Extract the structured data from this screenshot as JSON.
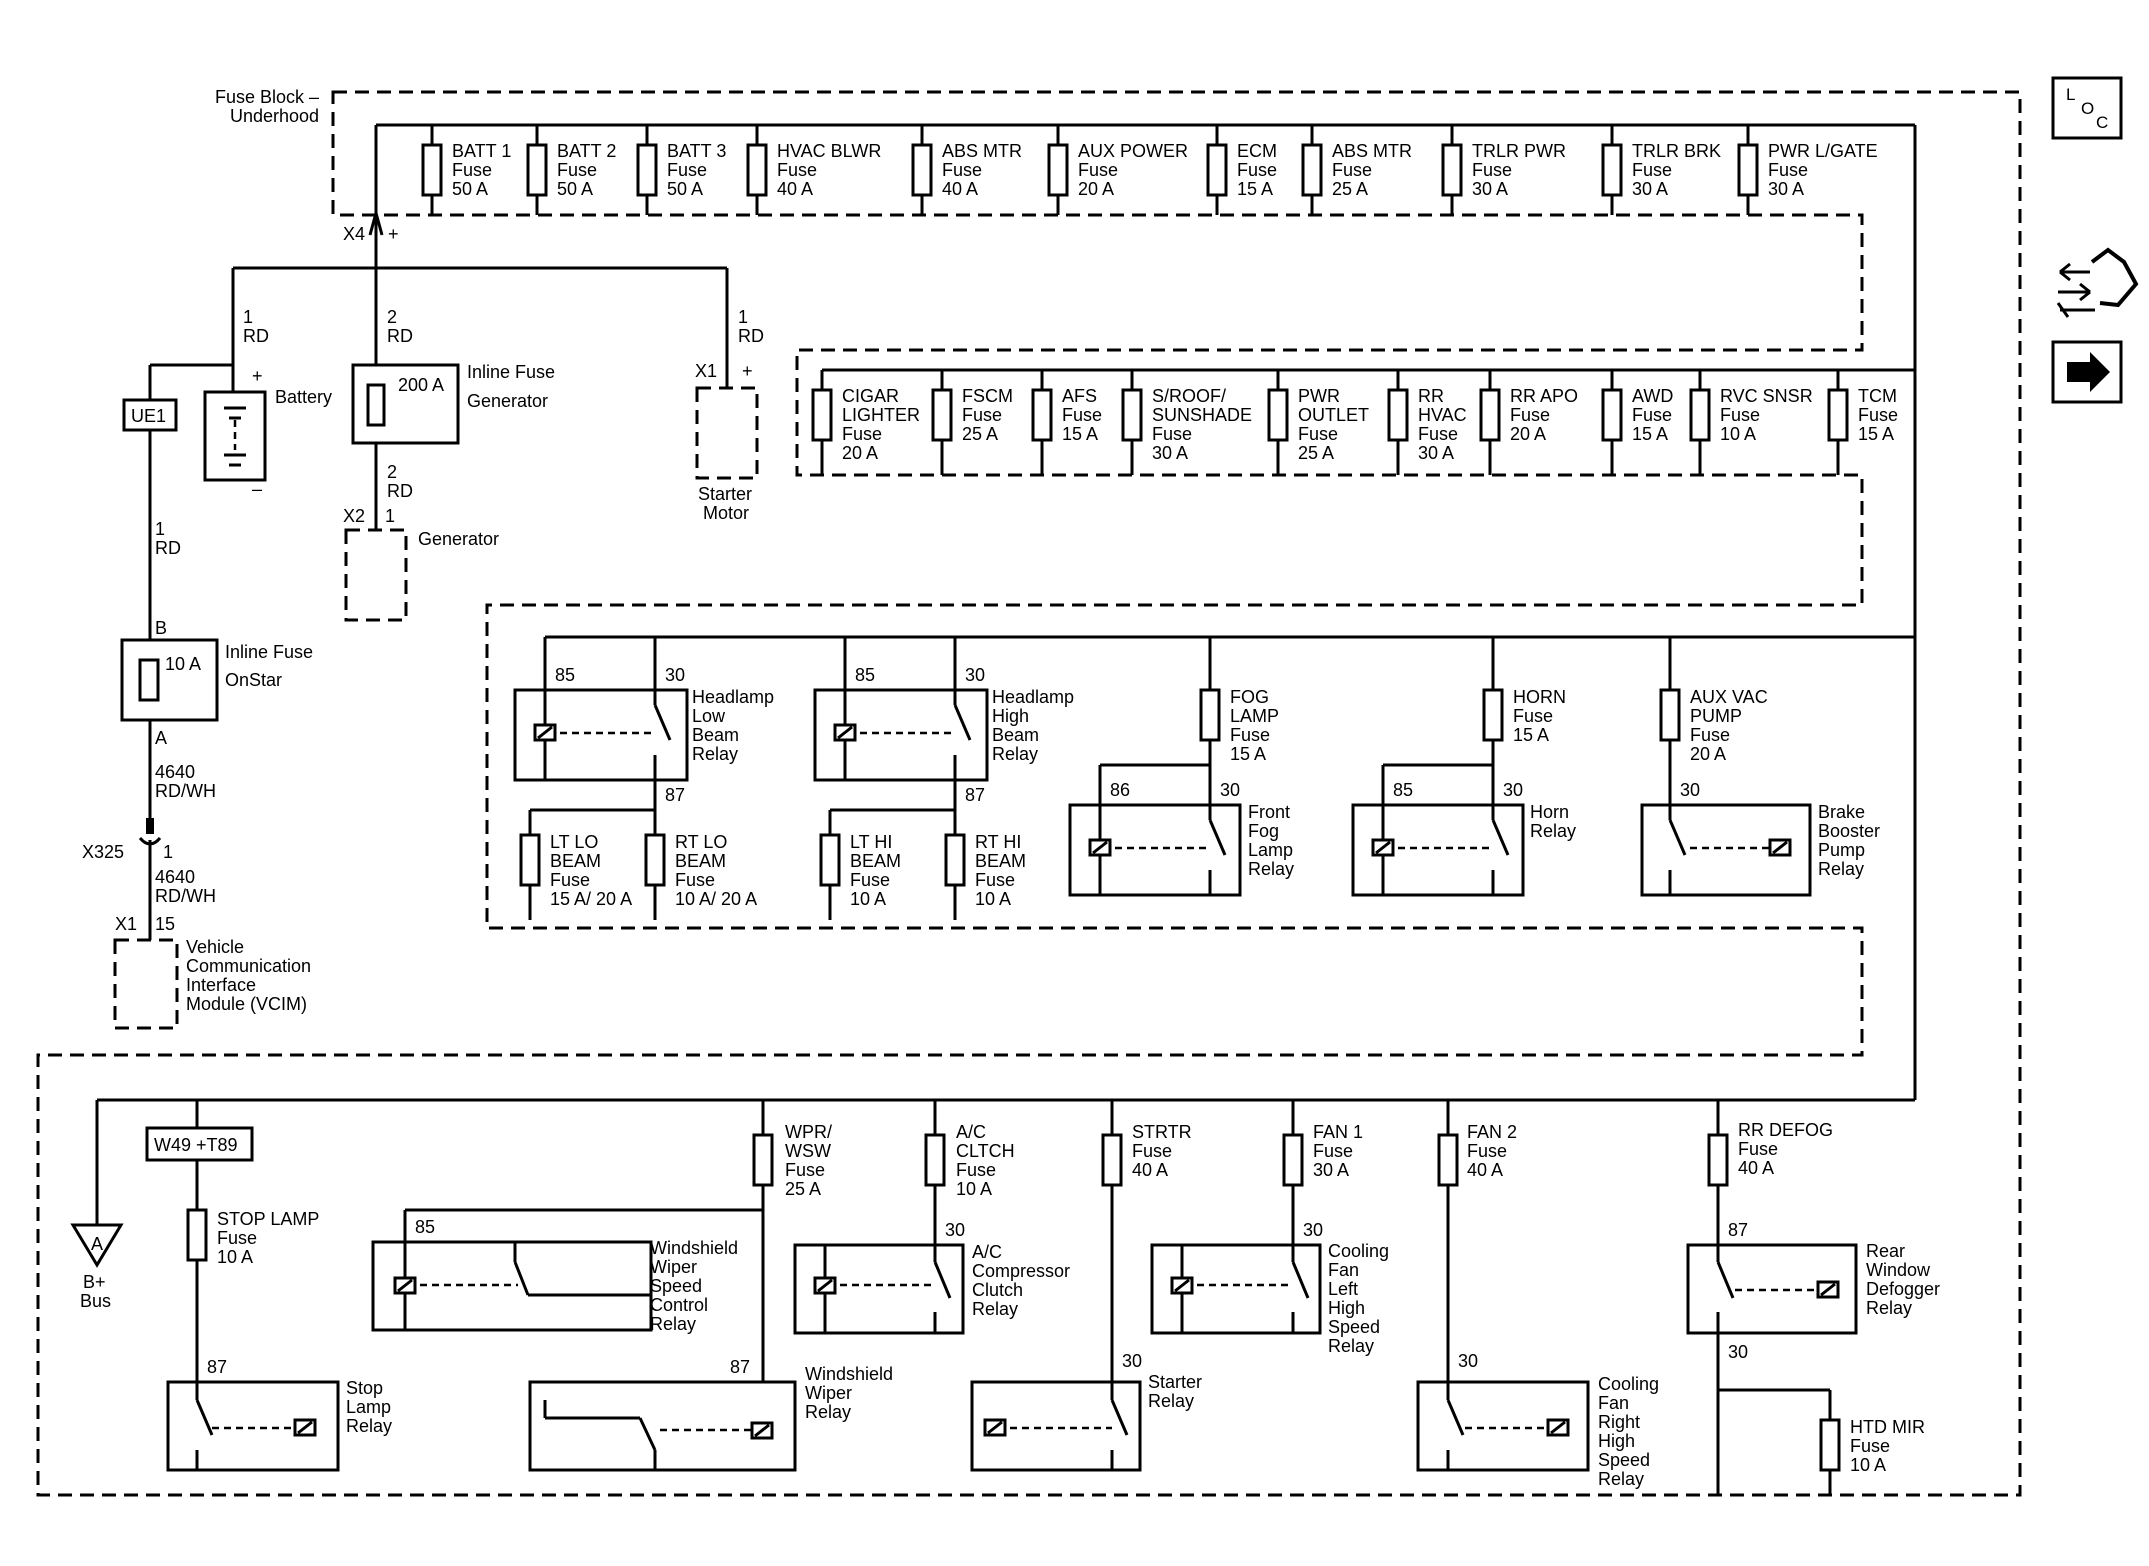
{
  "fuse_block": {
    "title_l1": "Fuse Block –",
    "title_l2": "Underhood"
  },
  "top_fuses": [
    {
      "l1": "BATT 1",
      "l2": "Fuse",
      "l3": "50 A"
    },
    {
      "l1": "BATT 2",
      "l2": "Fuse",
      "l3": "50 A"
    },
    {
      "l1": "BATT 3",
      "l2": "Fuse",
      "l3": "50 A"
    },
    {
      "l1": "HVAC BLWR",
      "l2": "Fuse",
      "l3": "40 A"
    },
    {
      "l1": "ABS MTR",
      "l2": "Fuse",
      "l3": "40 A"
    },
    {
      "l1": "AUX POWER",
      "l2": "Fuse",
      "l3": "20 A"
    },
    {
      "l1": "ECM",
      "l2": "Fuse",
      "l3": "15 A"
    },
    {
      "l1": "ABS MTR",
      "l2": "Fuse",
      "l3": "25 A"
    },
    {
      "l1": "TRLR PWR",
      "l2": "Fuse",
      "l3": "30 A"
    },
    {
      "l1": "TRLR BRK",
      "l2": "Fuse",
      "l3": "30 A"
    },
    {
      "l1": "PWR L/GATE",
      "l2": "Fuse",
      "l3": "30 A"
    }
  ],
  "mid_fuses": [
    {
      "l1": "CIGAR",
      "l2": "LIGHTER",
      "l3": "Fuse",
      "l4": "20 A"
    },
    {
      "l1": "FSCM",
      "l2": "Fuse",
      "l3": "25 A",
      "l4": ""
    },
    {
      "l1": "AFS",
      "l2": "Fuse",
      "l3": "15 A",
      "l4": ""
    },
    {
      "l1": "S/ROOF/",
      "l2": "SUNSHADE",
      "l3": "Fuse",
      "l4": "30 A"
    },
    {
      "l1": "PWR",
      "l2": "OUTLET",
      "l3": "Fuse",
      "l4": "25 A"
    },
    {
      "l1": "RR",
      "l2": "HVAC",
      "l3": "Fuse",
      "l4": "30 A"
    },
    {
      "l1": "RR APO",
      "l2": "Fuse",
      "l3": "20 A",
      "l4": ""
    },
    {
      "l1": "AWD",
      "l2": "Fuse",
      "l3": "15 A",
      "l4": ""
    },
    {
      "l1": "RVC SNSR",
      "l2": "Fuse",
      "l3": "10 A",
      "l4": ""
    },
    {
      "l1": "TCM",
      "l2": "Fuse",
      "l3": "15 A",
      "l4": ""
    }
  ],
  "left": {
    "x4": "X4",
    "plus": "+",
    "w1_num": "1",
    "w1_col": "RD",
    "w2_num": "2",
    "w2_col": "RD",
    "w3_num": "1",
    "w3_col": "RD",
    "battery": "Battery",
    "batt_plus": "+",
    "batt_minus": "–",
    "ue1": "UE1",
    "inline_gen_l1": "Inline Fuse",
    "inline_gen_l2": "Generator",
    "inline_gen_amp": "200 A",
    "w4_num": "2",
    "w4_col": "RD",
    "x2": "X2",
    "x2_pin": "1",
    "generator": "Generator",
    "x1_start": "X1",
    "x1_plus": "+",
    "starter_l1": "Starter",
    "starter_l2": "Motor",
    "w5_num": "1",
    "w5_col": "RD",
    "pin_b": "B",
    "onstar_l1": "Inline Fuse",
    "onstar_l2": "OnStar",
    "onstar_amp": "10 A",
    "pin_a": "A",
    "w6_num": "4640",
    "w6_col": "RD/WH",
    "x325": "X325",
    "x325_pin": "1",
    "w7_num": "4640",
    "w7_col": "RD/WH",
    "x1_vcim": "X1",
    "x1_vcim_pin": "15",
    "vcim_l1": "Vehicle",
    "vcim_l2": "Communication",
    "vcim_l3": "Interface",
    "vcim_l4": "Module (VCIM)"
  },
  "relay_row": {
    "hl_low": {
      "p85": "85",
      "p30": "30",
      "p87": "87",
      "l1": "Headlamp",
      "l2": "Low",
      "l3": "Beam",
      "l4": "Relay"
    },
    "hl_high": {
      "p85": "85",
      "p30": "30",
      "p87": "87",
      "l1": "Headlamp",
      "l2": "High",
      "l3": "Beam",
      "l4": "Relay"
    },
    "lt_lo": {
      "l1": "LT LO",
      "l2": "BEAM",
      "l3": "Fuse",
      "l4": "15 A/ 20 A"
    },
    "rt_lo": {
      "l1": "RT LO",
      "l2": "BEAM",
      "l3": "Fuse",
      "l4": "10 A/ 20 A"
    },
    "lt_hi": {
      "l1": "LT HI",
      "l2": "BEAM",
      "l3": "Fuse",
      "l4": "10 A"
    },
    "rt_hi": {
      "l1": "RT HI",
      "l2": "BEAM",
      "l3": "Fuse",
      "l4": "10 A"
    },
    "fog_fuse": {
      "l1": "FOG",
      "l2": "LAMP",
      "l3": "Fuse",
      "l4": "15 A"
    },
    "fog_relay": {
      "p86": "86",
      "p30": "30",
      "l1": "Front",
      "l2": "Fog",
      "l3": "Lamp",
      "l4": "Relay"
    },
    "horn_fuse": {
      "l1": "HORN",
      "l2": "Fuse",
      "l3": "15 A"
    },
    "horn_relay": {
      "p85": "85",
      "p30": "30",
      "l1": "Horn",
      "l2": "Relay"
    },
    "aux_fuse": {
      "l1": "AUX VAC",
      "l2": "PUMP",
      "l3": "Fuse",
      "l4": "20 A"
    },
    "brake_relay": {
      "p30": "30",
      "l1": "Brake",
      "l2": "Booster",
      "l3": "Pump",
      "l4": "Relay"
    }
  },
  "bottom": {
    "bplus_a": "A",
    "bplus_l1": "B+",
    "bplus_l2": "Bus",
    "w49": "W49 +T89",
    "stop_fuse": {
      "l1": "STOP LAMP",
      "l2": "Fuse",
      "l3": "10 A"
    },
    "stop_relay": {
      "p87": "87",
      "l1": "Stop",
      "l2": "Lamp",
      "l3": "Relay"
    },
    "wsw_ctrl_relay": {
      "p85": "85",
      "l1": "Windshield",
      "l2": "Wiper",
      "l3": "Speed",
      "l4": "Control",
      "l5": "Relay"
    },
    "wpr_fuse": {
      "l1": "WPR/",
      "l2": "WSW",
      "l3": "Fuse",
      "l4": "25 A"
    },
    "wsw_relay": {
      "p87": "87",
      "l1": "Windshield",
      "l2": "Wiper",
      "l3": "Relay"
    },
    "ac_fuse": {
      "l1": "A/C",
      "l2": "CLTCH",
      "l3": "Fuse",
      "l4": "10 A"
    },
    "ac_relay": {
      "p30": "30",
      "l1": "A/C",
      "l2": "Compressor",
      "l3": "Clutch",
      "l4": "Relay"
    },
    "strtr_fuse": {
      "l1": "STRTR",
      "l2": "Fuse",
      "l3": "40 A"
    },
    "starter_relay": {
      "p30": "30",
      "l1": "Starter",
      "l2": "Relay"
    },
    "fan1_fuse": {
      "l1": "FAN 1",
      "l2": "Fuse",
      "l3": "30 A"
    },
    "cfl_relay": {
      "p30": "30",
      "l1": "Cooling",
      "l2": "Fan",
      "l3": "Left",
      "l4": "High",
      "l5": "Speed",
      "l6": "Relay"
    },
    "fan2_fuse": {
      "l1": "FAN 2",
      "l2": "Fuse",
      "l3": "40 A"
    },
    "cfr_relay": {
      "p30": "30",
      "l1": "Cooling",
      "l2": "Fan",
      "l3": "Right",
      "l4": "High",
      "l5": "Speed",
      "l6": "Relay"
    },
    "rrdefog_fuse": {
      "l1": "RR DEFOG",
      "l2": "Fuse",
      "l3": "40 A"
    },
    "rwd_relay": {
      "p87": "87",
      "p30": "30",
      "l1": "Rear",
      "l2": "Window",
      "l3": "Defogger",
      "l4": "Relay"
    },
    "htd_fuse": {
      "l1": "HTD MIR",
      "l2": "Fuse",
      "l3": "10 A"
    }
  },
  "nav": {
    "loc_l": "L",
    "loc_o": "O",
    "loc_c": "C"
  },
  "icons": {
    "loc": "loc-icon",
    "connector": "connector-icon",
    "arrow": "arrow-right-icon"
  }
}
